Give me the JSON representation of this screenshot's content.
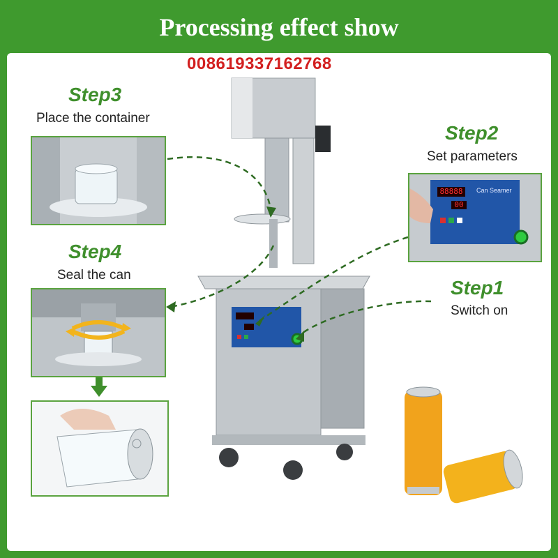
{
  "header": {
    "title": "Processing effect show",
    "phone": "008619337162768"
  },
  "steps": {
    "step3": {
      "title": "Step3",
      "desc": "Place the container"
    },
    "step2": {
      "title": "Step2",
      "desc": "Set parameters"
    },
    "step4": {
      "title": "Step4",
      "desc": "Seal the can"
    },
    "step1": {
      "title": "Step1",
      "desc": "Switch on"
    }
  },
  "panel": {
    "display_top": "88888",
    "display_bottom": "00",
    "brand": "Can Seamer"
  },
  "colors": {
    "banner": "#3f9a2e",
    "step_title": "#3f8f2c",
    "phone": "#d21f1f",
    "arrow": "#2e6b22"
  }
}
